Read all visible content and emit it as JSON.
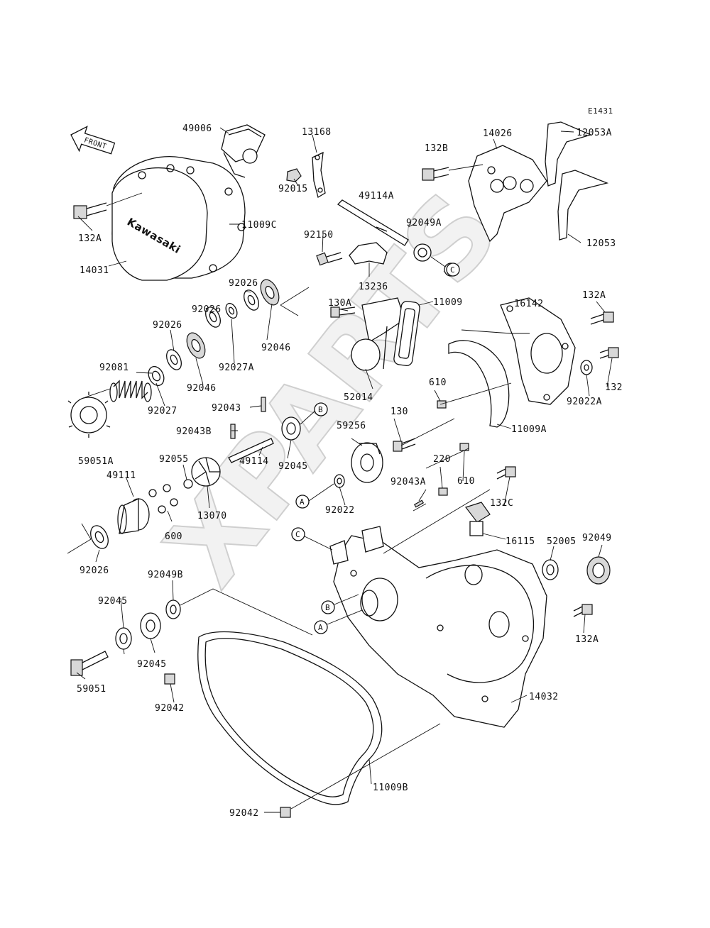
{
  "diagram_code": "E1431",
  "front_label": "FRONT",
  "brand_text": "Kawasaki",
  "watermark": "XPARTS",
  "parts": [
    "49006",
    "13168",
    "14026",
    "12053A",
    "132B",
    "92015",
    "49114A",
    "92049A",
    "12053",
    "132A",
    "11009C",
    "92150",
    "13236",
    "14031",
    "92026",
    "92046",
    "130A",
    "11009",
    "16142",
    "92027A",
    "92081",
    "92027",
    "52014",
    "610",
    "132",
    "92022A",
    "92043",
    "59256",
    "130",
    "11009A",
    "92043B",
    "59051A",
    "92045",
    "49114",
    "92055",
    "220",
    "49111",
    "13070",
    "92043A",
    "132C",
    "92022",
    "600",
    "16115",
    "52005",
    "92049",
    "92049B",
    "14032",
    "59051",
    "92042",
    "11009B"
  ],
  "refs": [
    "A",
    "B",
    "C"
  ]
}
